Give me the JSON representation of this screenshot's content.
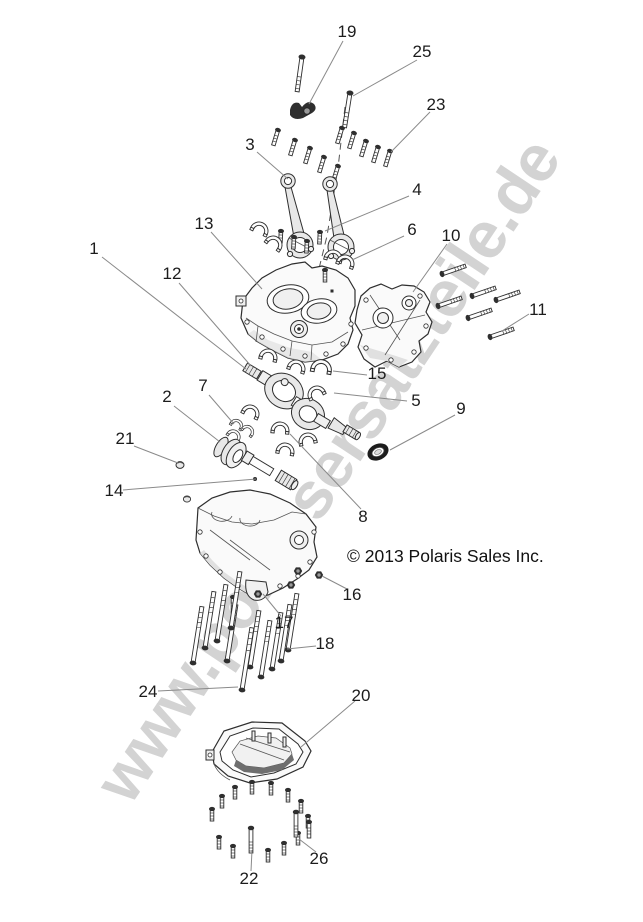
{
  "watermark": {
    "text": "www.polarisersatzteile.de",
    "color": "#d3d3d3"
  },
  "copyright": {
    "text": "© 2013 Polaris Sales Inc."
  },
  "colors": {
    "background": "#ffffff",
    "line_art": "#2e2e2e",
    "leader_line": "#8a8a8a"
  },
  "diagram": {
    "callouts": [
      {
        "label": "1"
      },
      {
        "label": "2"
      },
      {
        "label": "3"
      },
      {
        "label": "4"
      },
      {
        "label": "5"
      },
      {
        "label": "6"
      },
      {
        "label": "7"
      },
      {
        "label": "8"
      },
      {
        "label": "9"
      },
      {
        "label": "10"
      },
      {
        "label": "11"
      },
      {
        "label": "12"
      },
      {
        "label": "13"
      },
      {
        "label": "14"
      },
      {
        "label": "15"
      },
      {
        "label": "16"
      },
      {
        "label": "17"
      },
      {
        "label": "18"
      },
      {
        "label": "19"
      },
      {
        "label": "20"
      },
      {
        "label": "21"
      },
      {
        "label": "22"
      },
      {
        "label": "23"
      },
      {
        "label": "24"
      },
      {
        "label": "25"
      },
      {
        "label": "26"
      }
    ]
  }
}
